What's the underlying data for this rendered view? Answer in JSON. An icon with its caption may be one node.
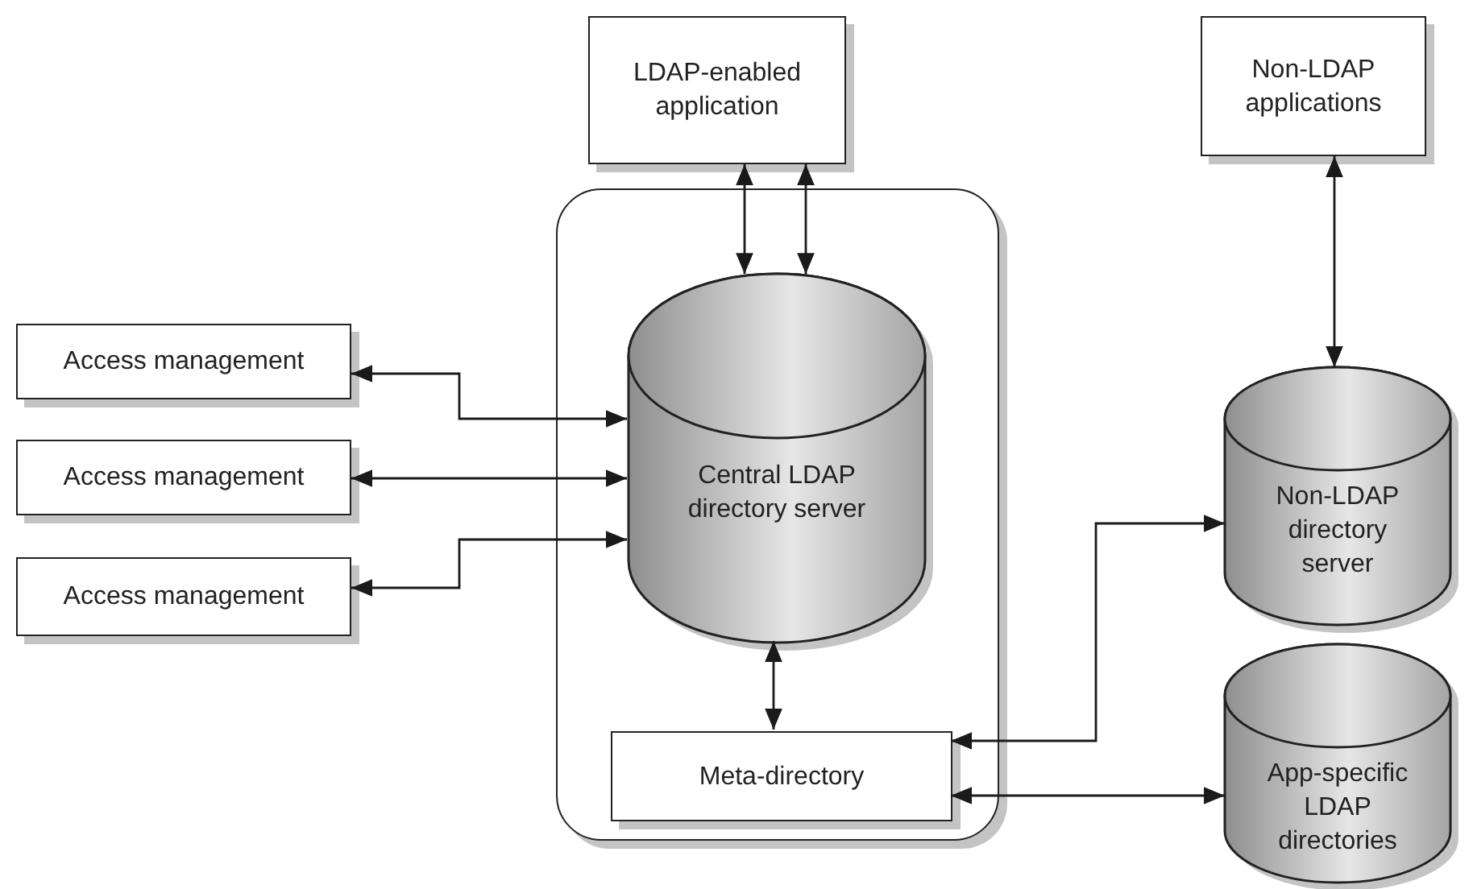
{
  "diagram": {
    "nodes": [
      {
        "text": [
          "LDAP-enabled application"
        ]
      },
      {
        "text": [
          "Non-LDAP applications"
        ]
      },
      {
        "text": [],
        "shape": "box"
      },
      {
        "text": [
          "Access management"
        ]
      },
      {
        "text": [
          "Access management"
        ]
      },
      {
        "text": [
          "Access management"
        ]
      },
      {
        "text": [
          "Central LDAP directory server"
        ],
        "in": 2
      },
      {
        "text": [
          "Non-LDAP directory server"
        ]
      },
      {
        "text": [
          "Meta-directory"
        ],
        "in": 2
      },
      {
        "text": [
          "App-specific LDAP directories"
        ]
      }
    ],
    "edges": [
      {
        "from": 0,
        "to": 6,
        "arrow": "both"
      },
      {
        "from": 0,
        "to": 6,
        "arrow": "both"
      },
      {
        "from": 1,
        "to": 7,
        "arrow": "both"
      },
      {
        "from": 3,
        "to": 6,
        "arrow": "both"
      },
      {
        "from": 4,
        "to": 6,
        "arrow": "both"
      },
      {
        "from": 5,
        "to": 6,
        "arrow": "both"
      },
      {
        "from": 6,
        "to": 8,
        "arrow": "both"
      },
      {
        "from": 7,
        "to": 8,
        "arrow": "both"
      },
      {
        "from": 8,
        "to": 9,
        "arrow": "both"
      }
    ]
  }
}
